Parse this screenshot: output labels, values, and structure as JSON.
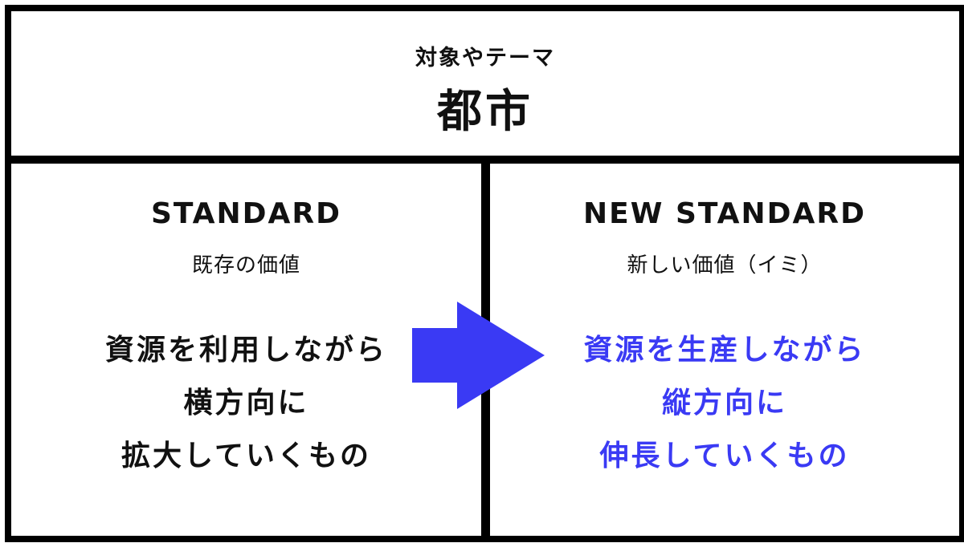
{
  "header": {
    "label": "対象やテーマ",
    "title": "都市"
  },
  "standard": {
    "heading": "STANDARD",
    "subheading": "既存の価値",
    "lines": [
      "資源を利用しながら",
      "横方向に",
      "拡大していくもの"
    ]
  },
  "new_standard": {
    "heading": "NEW STANDARD",
    "subheading": "新しい価値（イミ）",
    "lines": [
      "資源を生産しながら",
      "縦方向に",
      "伸長していくもの"
    ]
  },
  "colors": {
    "accent": "#3a3af4",
    "border": "#000000",
    "text": "#111111"
  },
  "icons": {
    "arrow": "right-arrow-icon"
  }
}
